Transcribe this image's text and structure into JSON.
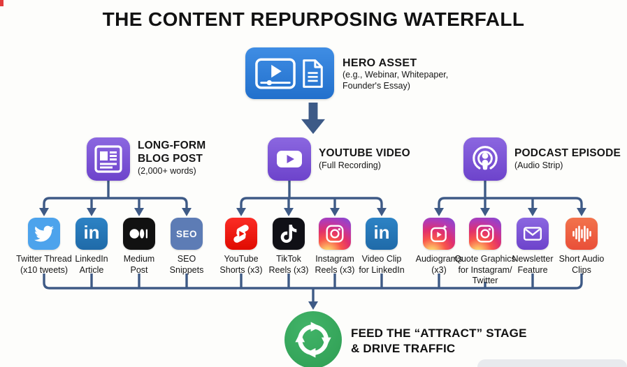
{
  "title": "THE CONTENT REPURPOSING WATERFALL",
  "hero": {
    "title": "HERO ASSET",
    "subtitle": [
      "(e.g., Webinar, Whitepaper,",
      "Founder's Essay)"
    ]
  },
  "mid_nodes": [
    {
      "title": [
        "LONG-FORM",
        "BLOG POST"
      ],
      "subtitle": "(2,000+ words)",
      "icon": "blog-document-icon"
    },
    {
      "title": [
        "YOUTUBE VIDEO"
      ],
      "subtitle": "(Full Recording)",
      "icon": "youtube-play-icon"
    },
    {
      "title": [
        "PODCAST EPISODE"
      ],
      "subtitle": "(Audio Strip)",
      "icon": "podcast-icon"
    }
  ],
  "leaves": [
    {
      "label": [
        "Twitter Thread",
        "(x10 tweets)"
      ],
      "icon": "twitter-icon"
    },
    {
      "label": [
        "LinkedIn",
        "Article"
      ],
      "icon": "linkedin-icon",
      "icon_text": "in"
    },
    {
      "label": [
        "Medium",
        "Post"
      ],
      "icon": "medium-icon"
    },
    {
      "label": [
        "SEO",
        "Snippets"
      ],
      "icon": "seo-badge-icon",
      "icon_text": "SEO"
    },
    {
      "label": [
        "YouTube",
        "Shorts (x3)"
      ],
      "icon": "youtube-shorts-icon"
    },
    {
      "label": [
        "TikTok",
        "Reels (x3)"
      ],
      "icon": "tiktok-icon"
    },
    {
      "label": [
        "Instagram",
        "Reels (x3)"
      ],
      "icon": "instagram-icon"
    },
    {
      "label": [
        "Video Clip",
        "for LinkedIn"
      ],
      "icon": "linkedin-icon",
      "icon_text": "in"
    },
    {
      "label": [
        "Audiograms",
        "(x3)"
      ],
      "icon": "instagram-reels-icon"
    },
    {
      "label": [
        "Quote Graphics",
        "for Instagram/",
        "Twitter"
      ],
      "icon": "instagram-icon"
    },
    {
      "label": [
        "Newsletter",
        "Feature"
      ],
      "icon": "envelope-icon"
    },
    {
      "label": [
        "Short Audio",
        "Clips"
      ],
      "icon": "audio-waveform-icon"
    }
  ],
  "footer": {
    "line1": "FEED THE “ATTRACT” STAGE",
    "line2": "& DRIVE TRAFFIC",
    "icon": "recycle-arrows-icon"
  },
  "colors": {
    "connector": "#3e5a86",
    "hero_blue": "#2e7fd9",
    "node_purple": "#7e55d6",
    "cycle_green": "#38a55c",
    "twitter_blue": "#4da3ec",
    "linkedin_blue": "#2578bb",
    "medium_black": "#111111",
    "seo_blue": "#5d7cb5",
    "shorts_red": "#f61c0d",
    "tiktok_black": "#101016",
    "newsletter_purple": "#7e57d6",
    "audio_orange": "#ee5f3e"
  }
}
